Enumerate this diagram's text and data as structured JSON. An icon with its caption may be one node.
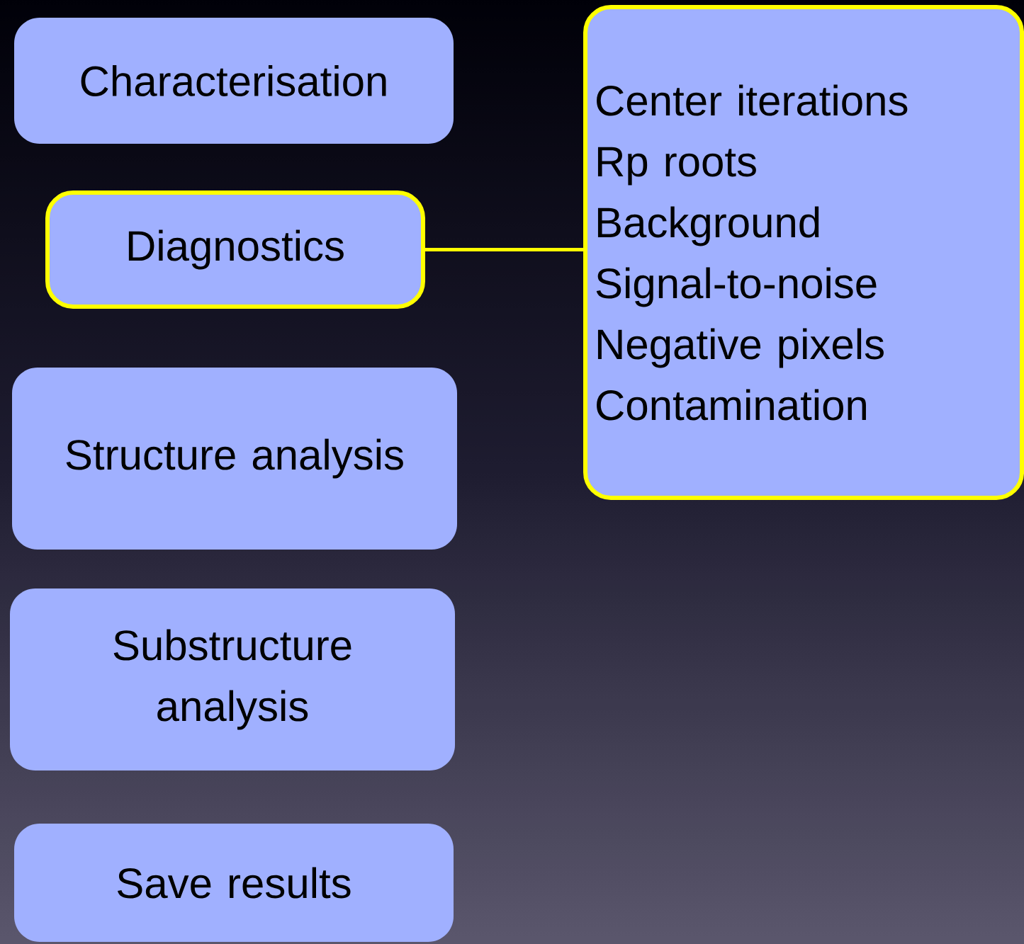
{
  "diagram": {
    "nodes": [
      {
        "text": [
          "Characterisation"
        ]
      },
      {
        "text": [
          "Diagnostics"
        ]
      },
      {
        "text": [
          "Structure analysis"
        ]
      },
      {
        "text": [
          "Substructure analysis"
        ]
      },
      {
        "text": [
          "Save results"
        ]
      },
      {
        "text": [
          "Center iterations",
          "Rp roots",
          "Background",
          "Signal-to-noise",
          "Negative pixels",
          "Contamination"
        ]
      }
    ],
    "edges": [
      {
        "from": 1,
        "to": 5,
        "arrow": "none"
      }
    ]
  }
}
